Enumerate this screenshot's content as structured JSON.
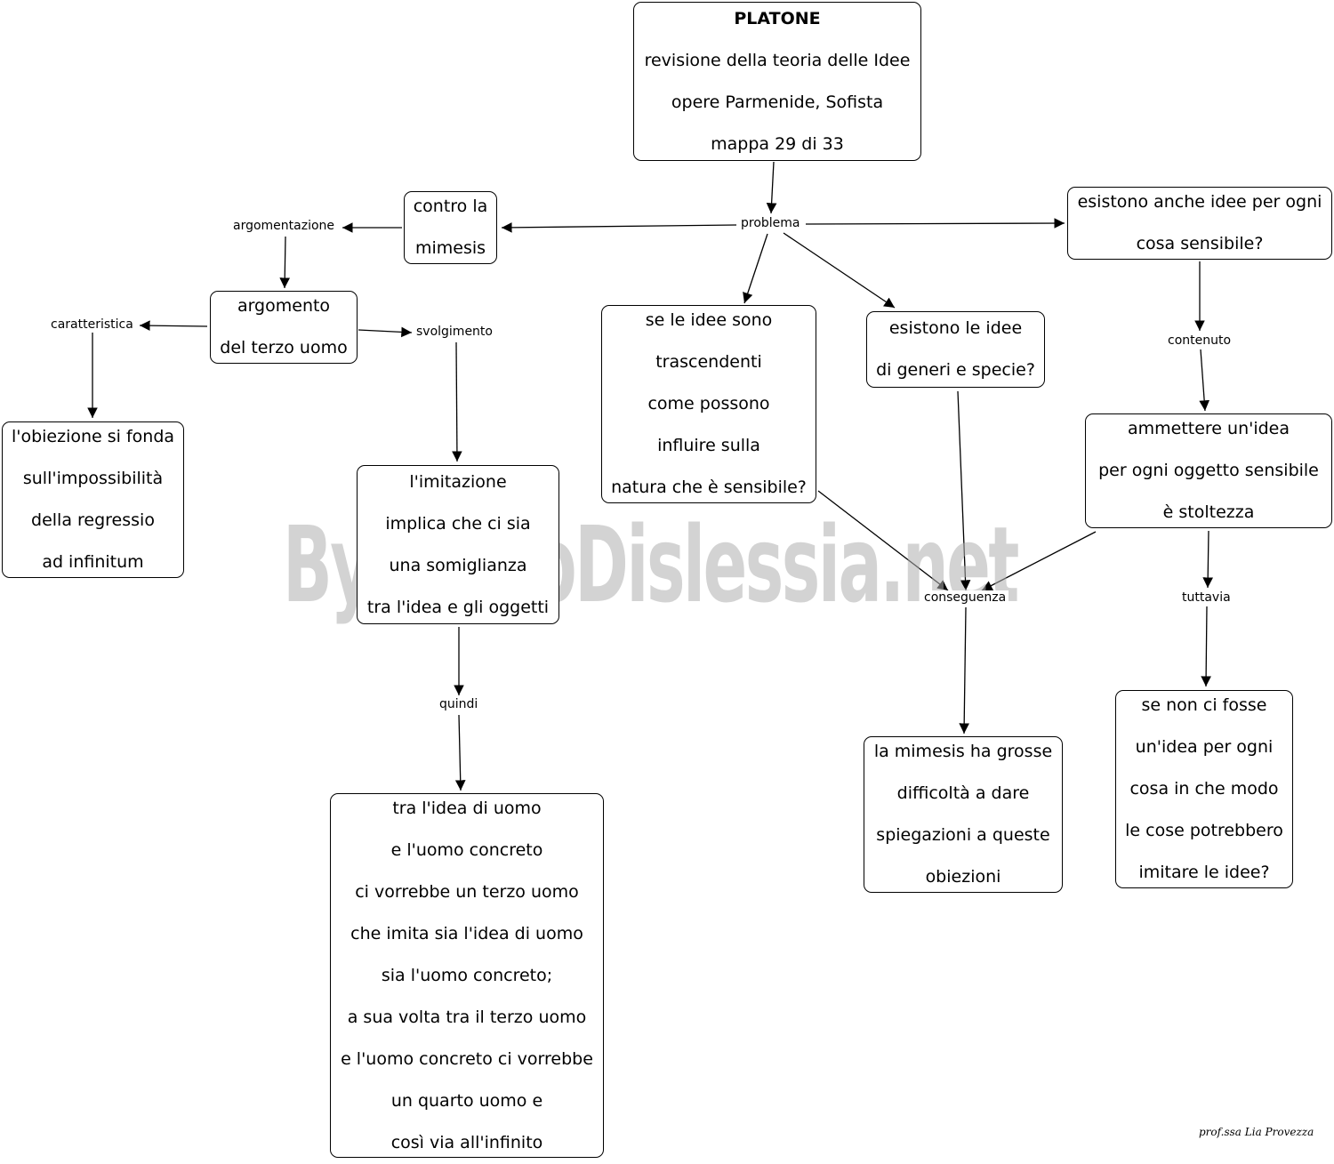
{
  "nodes": {
    "platone": {
      "title": "PLATONE",
      "lines": [
        "revisione della teoria delle Idee",
        "opere Parmenide, Sofista",
        "mappa 29 di 33"
      ]
    },
    "contro_mimesis": {
      "lines": [
        "contro la",
        "mimesis"
      ]
    },
    "esistono_ogni": {
      "lines": [
        "esistono anche idee per ogni",
        "cosa sensibile?"
      ]
    },
    "argomento": {
      "lines": [
        "argomento",
        "del terzo uomo"
      ]
    },
    "trascendenti": {
      "lines": [
        "se le idee sono",
        "trascendenti",
        "come possono",
        "influire sulla",
        "natura che è sensibile?"
      ]
    },
    "generi": {
      "lines": [
        "esistono le idee",
        "di generi e specie?"
      ]
    },
    "ammettere": {
      "lines": [
        "ammettere un'idea",
        "per ogni oggetto sensibile",
        "è stoltezza"
      ]
    },
    "obiezione": {
      "lines": [
        "l'obiezione si fonda",
        "sull'impossibilità",
        "della regressio",
        "ad infinitum"
      ]
    },
    "imitazione": {
      "lines": [
        "l'imitazione",
        "implica che ci sia",
        "una somiglianza",
        "tra l'idea e gli oggetti"
      ]
    },
    "terzo_uomo": {
      "lines": [
        "tra l'idea di uomo",
        "e l'uomo concreto",
        "ci vorrebbe un terzo uomo",
        "che imita sia l'idea di uomo",
        "sia l'uomo concreto;",
        "a sua volta tra il terzo uomo",
        "e l'uomo concreto ci vorrebbe",
        "un quarto uomo e",
        "così via all'infinito"
      ]
    },
    "mimesis_difficolta": {
      "lines": [
        "la mimesis ha grosse",
        "difficoltà a dare",
        "spiegazioni a queste",
        "obiezioni"
      ]
    },
    "se_non": {
      "lines": [
        "se non ci fosse",
        "un'idea per ogni",
        "cosa in che modo",
        "le cose potrebbero",
        "imitare le idee?"
      ]
    }
  },
  "links": {
    "problema": "problema",
    "argomentazione": "argomentazione",
    "caratteristica": "caratteristica",
    "svolgimento": "svolgimento",
    "contenuto": "contenuto",
    "conseguenza": "conseguenza",
    "tuttavia": "tuttavia",
    "quindi": "quindi"
  },
  "watermark": "By AiutoDislessia.net",
  "signature": "prof.ssa Lia Provezza"
}
